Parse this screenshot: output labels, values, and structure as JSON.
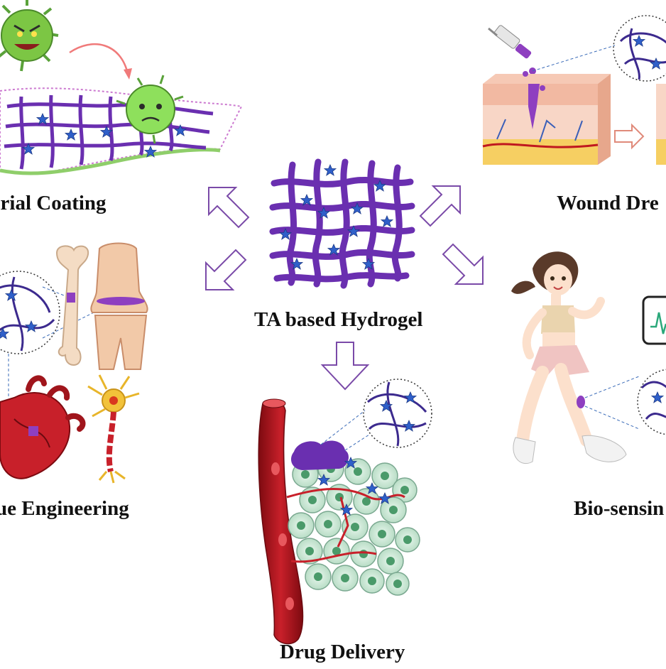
{
  "center": {
    "title": "TA based Hydrogel"
  },
  "panels": {
    "antibacterial": {
      "label": "terial Coating"
    },
    "wound": {
      "label": "Wound Dre"
    },
    "tissue": {
      "label": "ue Engineering"
    },
    "biosensing": {
      "label": "Bio-sensin"
    },
    "drug": {
      "label": "Drug Delivery"
    }
  },
  "colors": {
    "hydrogel_purple": "#6a2fb0",
    "star_blue": "#2f5fc9",
    "arrow_purple": "#7a4aa8",
    "blood_red": "#b3131b",
    "virus_green": "#7cc644",
    "cell_green": "#d5efe0"
  }
}
